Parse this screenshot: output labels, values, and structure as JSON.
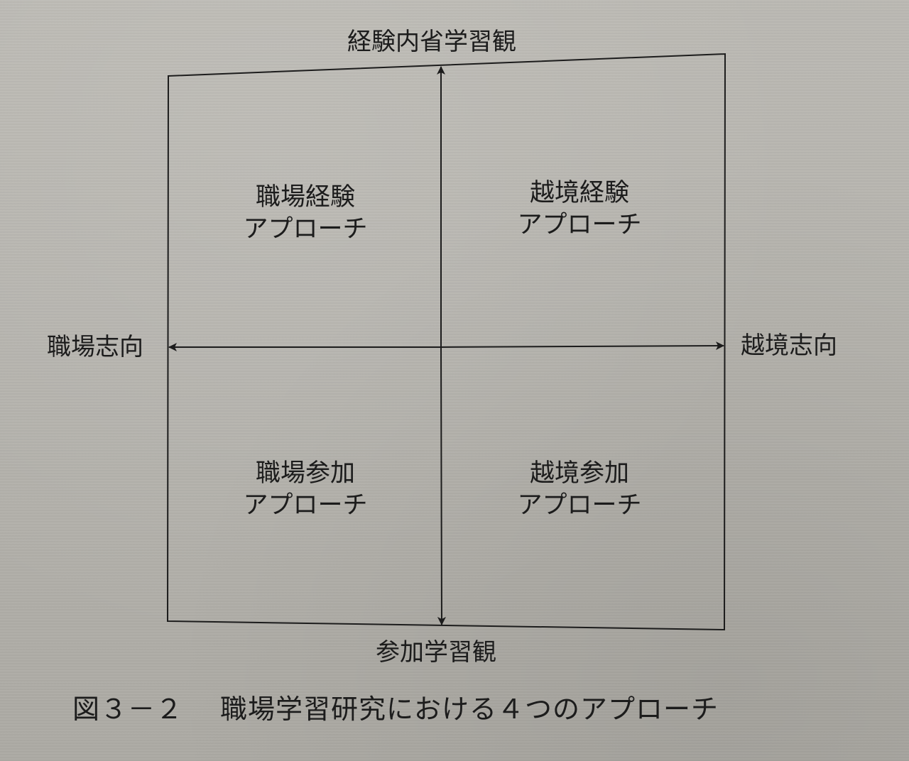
{
  "axes": {
    "top_label": "経験内省学習観",
    "bottom_label": "参加学習観",
    "left_label": "職場志向",
    "right_label": "越境志向"
  },
  "quadrants": {
    "top_left": {
      "line1": "職場経験",
      "line2": "アプローチ"
    },
    "top_right": {
      "line1": "越境経験",
      "line2": "アプローチ"
    },
    "bottom_left": {
      "line1": "職場参加",
      "line2": "アプローチ"
    },
    "bottom_right": {
      "line1": "越境参加",
      "line2": "アプローチ"
    }
  },
  "caption": {
    "figure_number": "図３－２",
    "title": "職場学習研究における４つのアプローチ"
  },
  "colors": {
    "paper": "#b7b5af",
    "ink": "#1c1c1c"
  }
}
